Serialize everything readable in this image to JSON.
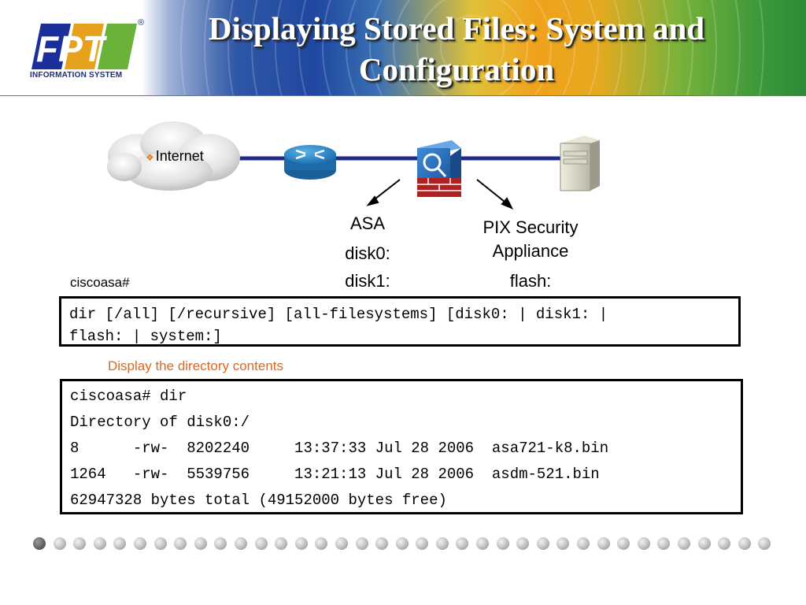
{
  "header": {
    "title_line1": "Displaying Stored Files: System and",
    "title_line2": "Configuration",
    "logo_text": "FPT",
    "logo_caption": "INFORMATION SYSTEM",
    "logo_registered": "®"
  },
  "diagram": {
    "internet_label": "Internet",
    "asa_label": "ASA",
    "asa_disk0": "disk0:",
    "asa_disk1": "disk1:",
    "pix_label_line1": "PIX Security",
    "pix_label_line2": "Appliance",
    "pix_flash": "flash:"
  },
  "prompt_label": "ciscoasa#",
  "command_syntax": "dir [/all] [/recursive] [all-filesystems] [disk0: | disk1: |\nflash: | system:]",
  "caption": "Display the directory contents",
  "output": {
    "line1": "ciscoasa# dir",
    "line2": "Directory of disk0:/",
    "line3": "8      -rw-  8202240     13:37:33 Jul 28 2006  asa721-k8.bin",
    "line4": "1264   -rw-  5539756     13:21:13 Jul 28 2006  asdm-521.bin",
    "line5": "62947328 bytes total (49152000 bytes free)"
  },
  "colors": {
    "caption": "#e2661a",
    "link_line": "#1f2a8a",
    "logo_blue": "#1a2f9a",
    "logo_green": "#6ab23a",
    "firewall_red": "#b02020"
  },
  "icons": [
    "cloud-icon",
    "router-icon",
    "firewall-icon",
    "server-icon"
  ],
  "pagination": {
    "total_dots": 37,
    "current": 1
  }
}
